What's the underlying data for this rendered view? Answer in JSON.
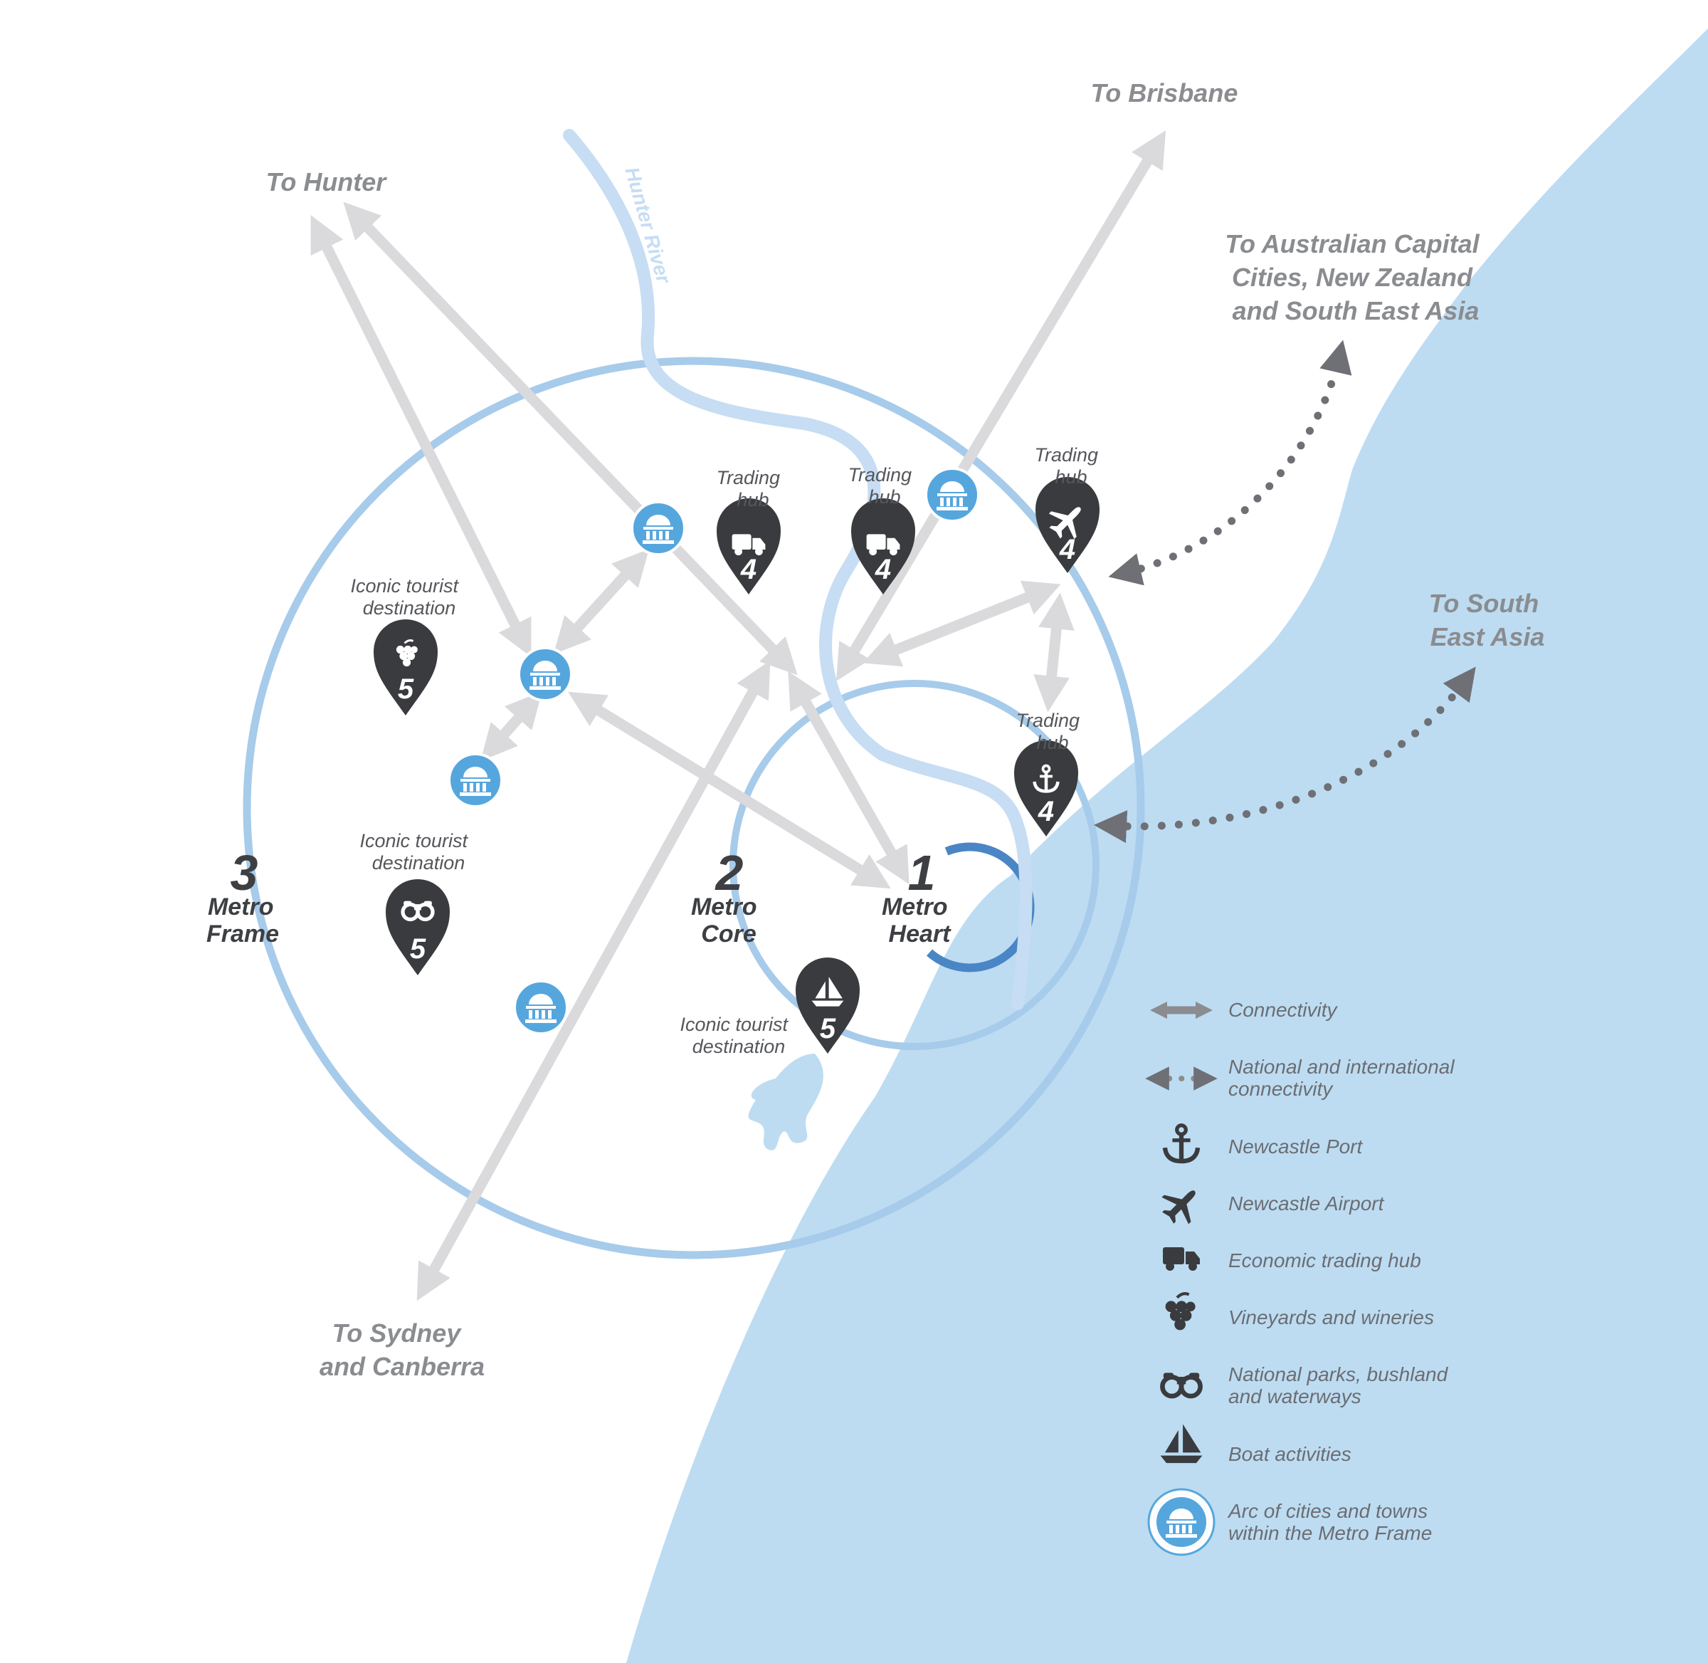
{
  "destinations": {
    "hunter": "To Hunter",
    "brisbane": "To Brisbane",
    "australian_capitals": [
      "To Australian Capital",
      "Cities, New Zealand",
      "and South East Asia"
    ],
    "south_east_asia": [
      "To South",
      "East Asia"
    ],
    "sydney": [
      "To Sydney",
      "and Canberra"
    ]
  },
  "river": "Hunter River",
  "zones": {
    "frame": {
      "number": "3",
      "name": [
        "Metro",
        "Frame"
      ]
    },
    "core": {
      "number": "2",
      "name": [
        "Metro",
        "Core"
      ]
    },
    "heart": {
      "number": "1",
      "name": [
        "Metro",
        "Heart"
      ]
    }
  },
  "pins": {
    "truck_a": {
      "label": [
        "Trading",
        "hub"
      ],
      "number": "4",
      "icon": "truck-icon"
    },
    "truck_b": {
      "label": [
        "Trading",
        "hub"
      ],
      "number": "4",
      "icon": "truck-icon"
    },
    "airport": {
      "label": [
        "Trading",
        "hub"
      ],
      "number": "4",
      "icon": "plane-icon"
    },
    "port": {
      "label": [
        "Trading",
        "hub"
      ],
      "number": "4",
      "icon": "anchor-icon"
    },
    "grapes": {
      "label": [
        "Iconic tourist",
        "destination"
      ],
      "number": "5",
      "icon": "grapes-icon"
    },
    "binoculars": {
      "label": [
        "Iconic tourist",
        "destination"
      ],
      "number": "5",
      "icon": "binoculars-icon"
    },
    "boat": {
      "label": [
        "Iconic tourist",
        "destination"
      ],
      "number": "5",
      "icon": "sailboat-icon"
    }
  },
  "legend": [
    {
      "icon": "double-arrow-icon",
      "text": [
        "Connectivity"
      ]
    },
    {
      "icon": "dotted-arrow-icon",
      "text": [
        "National and international",
        "connectivity"
      ]
    },
    {
      "icon": "anchor-icon",
      "text": [
        "Newcastle Port"
      ]
    },
    {
      "icon": "plane-icon",
      "text": [
        "Newcastle Airport"
      ]
    },
    {
      "icon": "truck-icon",
      "text": [
        "Economic trading hub"
      ]
    },
    {
      "icon": "grapes-icon",
      "text": [
        "Vineyards and wineries"
      ]
    },
    {
      "icon": "binoculars-icon",
      "text": [
        "National parks, bushland",
        "and waterways"
      ]
    },
    {
      "icon": "sailboat-icon",
      "text": [
        "Boat activities"
      ]
    },
    {
      "icon": "town-hall-icon",
      "text": [
        "Arc of cities and towns",
        "within the Metro Frame"
      ]
    }
  ],
  "colors": {
    "sea": "#bddcf2",
    "ring": "#a7cbea",
    "heart_ring": "#4a86c5",
    "arrow": "#dadadc",
    "pin": "#3a3b3e",
    "town": "#56a6de",
    "dotted": "#6e7075"
  }
}
